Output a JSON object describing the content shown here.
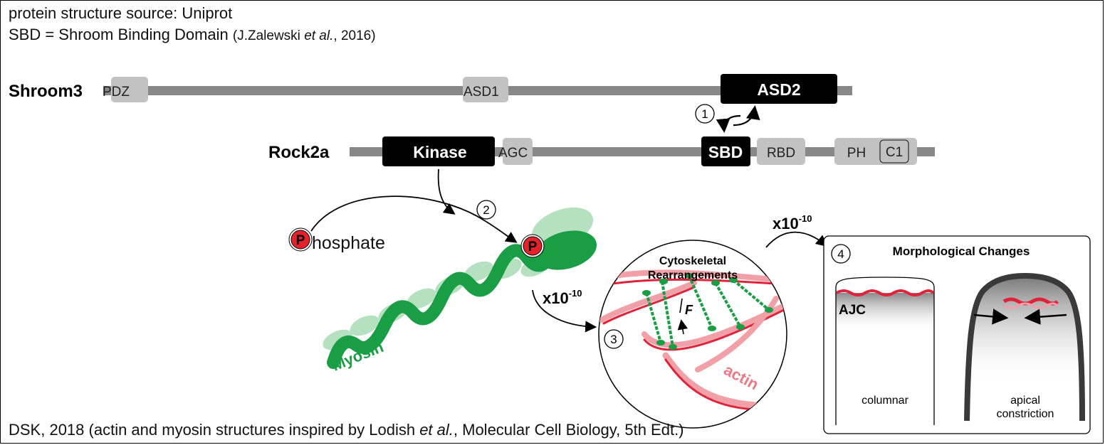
{
  "header": {
    "line1": "protein structure source: Uniprot",
    "line2_main": "SBD = Shroom Binding Domain",
    "line2_cite_open": "(J.Zalewski ",
    "line2_cite_etal": "et al.",
    "line2_cite_close": ", 2016)"
  },
  "shroom3": {
    "name": "Shroom3",
    "domains": {
      "pdz": "PDZ",
      "asd1": "ASD1",
      "asd2": "ASD2"
    }
  },
  "rock2a": {
    "name": "Rock2a",
    "domains": {
      "kinase": "Kinase",
      "agc": "AGC",
      "sbd": "SBD",
      "rbd": "RBD",
      "ph": "PH",
      "c1": "C1"
    }
  },
  "steps": {
    "s1": "1",
    "s2": "2",
    "s3": "3",
    "s4": "4"
  },
  "labels": {
    "phosphate_p": "P",
    "phosphate_rest": "hosphate",
    "myosin": "Myosin",
    "actin": "actin",
    "force": "F",
    "cyto_title_1": "Cytoskeletal",
    "cyto_title_2": "Rearrangements",
    "multiplier_base": "x10",
    "multiplier_exp": "-10",
    "morph_title": "Morphological Changes",
    "ajc": "AJC",
    "columnar": "columnar",
    "apical_1": "apical",
    "apical_2": "constriction"
  },
  "footer": {
    "text_a": "DSK, 2018 (actin and myosin structures inspired by Lodish ",
    "text_etal": "et al.",
    "text_b": ", Molecular Cell Biology, 5th Edt.)"
  },
  "colors": {
    "backbone": "#888888",
    "domain_grey": "#c2c2c2",
    "domain_black": "#000000",
    "myosin_dark": "#1a9e45",
    "myosin_light": "#a9dcb6",
    "actin_red": "#e0223a",
    "actin_pink": "#f2a0a8",
    "phosphate_red": "#e3222b"
  }
}
